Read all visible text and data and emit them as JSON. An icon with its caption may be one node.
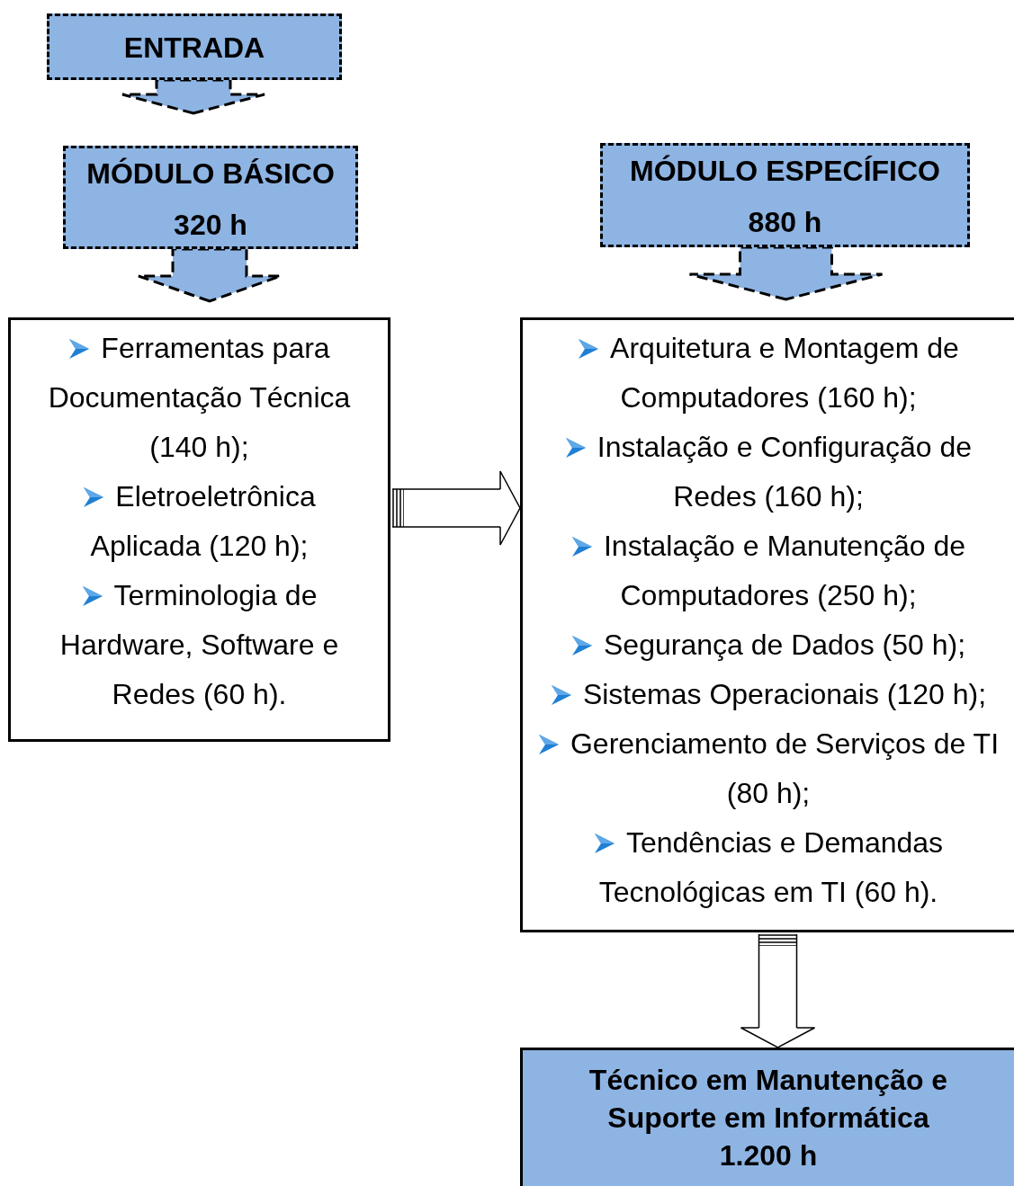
{
  "diagram": {
    "nodes": [
      {
        "text": [
          "ENTRADA"
        ]
      },
      {
        "text": [
          "MÓDULO BÁSICO",
          "320 h"
        ]
      },
      {
        "text": [
          "Ferramentas para Documentação Técnica (140 h);",
          "Eletroeletrônica Aplicada (120 h);",
          "Terminologia de Hardware, Software e Redes (60 h)."
        ]
      },
      {
        "text": [
          "MÓDULO ESPECÍFICO",
          "880 h"
        ]
      },
      {
        "text": [
          "Arquitetura e Montagem de Computadores (160 h);",
          "Instalação e Configuração de Redes (160 h);",
          "Instalação e Manutenção de Computadores (250 h);",
          "Segurança de Dados (50 h);",
          "Sistemas Operacionais (120 h);",
          "Gerenciamento de Serviços de TI (80 h);",
          "Tendências e Demandas Tecnológicas em TI (60 h)."
        ]
      },
      {
        "text": [
          "Técnico em Manutenção e Suporte em Informática",
          "1.200 h"
        ]
      }
    ],
    "edges": [
      {
        "from": 0,
        "to": 1,
        "arrow": "to",
        "style": "dashed"
      },
      {
        "from": 1,
        "to": 2,
        "arrow": "to",
        "style": "dashed"
      },
      {
        "from": 3,
        "to": 4,
        "arrow": "to",
        "style": "dashed"
      },
      {
        "from": 2,
        "to": 4,
        "arrow": "to"
      },
      {
        "from": 4,
        "to": 5,
        "arrow": "to"
      }
    ]
  }
}
